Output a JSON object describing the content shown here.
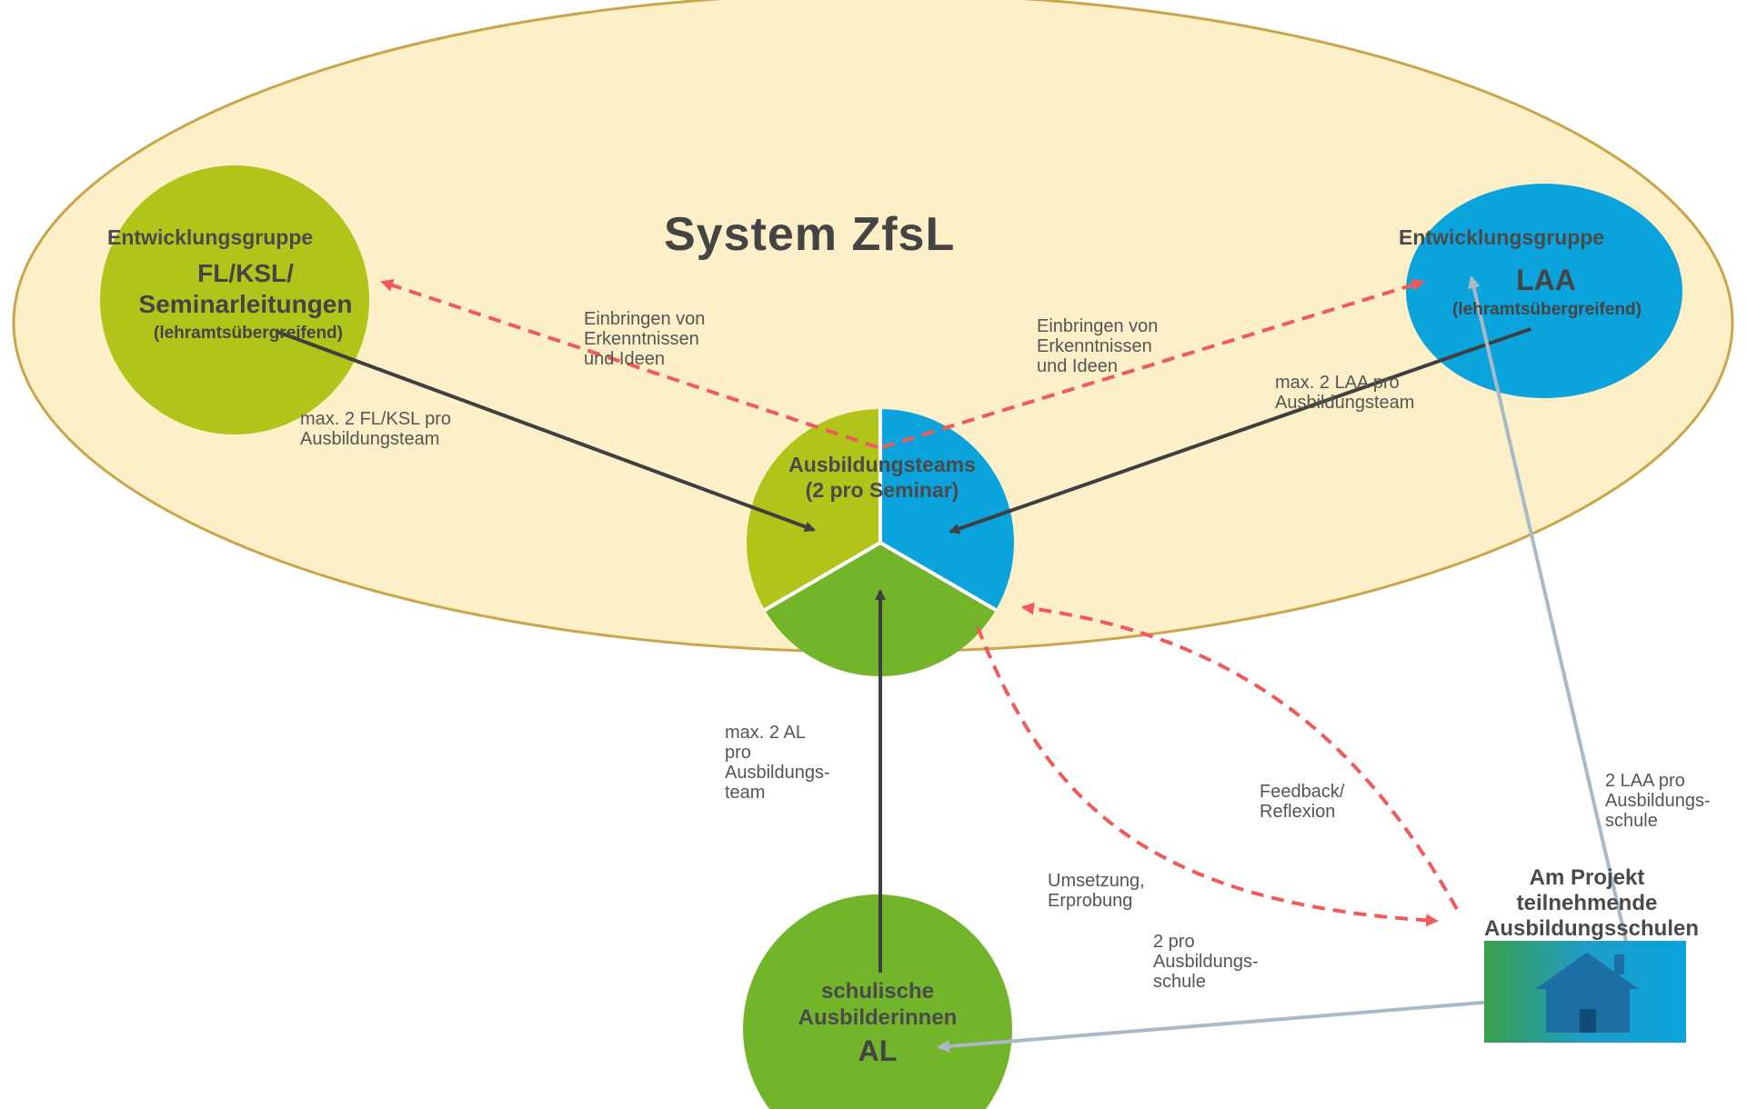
{
  "title": "System ZfsL",
  "nodes": {
    "fl": {
      "heading": "Entwicklungsgruppe",
      "name": "FL/KSL/",
      "name2": "Seminarleitungen",
      "sub": "(lehramtsübergreifend)"
    },
    "laa": {
      "heading": "Entwicklungsgruppe",
      "name": "LAA",
      "sub": "(lehramtsübergreifend)"
    },
    "teams": {
      "heading": "Ausbildungsteams",
      "sub": "(2 pro Seminar)"
    },
    "al": {
      "line1": "schulische",
      "line2": "Ausbilderinnen",
      "name": "AL"
    },
    "schools": {
      "line1": "Am Projekt",
      "line2": "teilnehmende",
      "line3": "Ausbildungsschulen"
    }
  },
  "labels": {
    "einbringen_left": [
      "Einbringen von",
      "Erkenntnissen",
      "und Ideen"
    ],
    "einbringen_right": [
      "Einbringen von",
      "Erkenntnissen",
      "und Ideen"
    ],
    "max_fl": [
      "max. 2 FL/KSL pro",
      "Ausbildungsteam"
    ],
    "max_laa": [
      "max. 2 LAA pro",
      "Ausbildungsteam"
    ],
    "max_al": [
      "max. 2 AL",
      "pro",
      "Ausbildungs-",
      "team"
    ],
    "feedback": [
      "Feedback/",
      "Reflexion"
    ],
    "umsetzung": [
      "Umsetzung,",
      "Erprobung"
    ],
    "zwei_pro": [
      "2 pro",
      "Ausbildungs-",
      "schule"
    ],
    "laa_pro": [
      "2 LAA pro",
      "Ausbildungs-",
      "schule"
    ]
  },
  "colors": {
    "system_fill": "#fdf0c8",
    "system_stroke": "#c9a64b",
    "olive": "#b0c41a",
    "blue": "#0aa3dc",
    "green": "#72b42a",
    "arrow_dark": "#3f3f3f",
    "arrow_red": "#f05a5a",
    "arrow_grey": "#a9b9c6"
  },
  "icons": {
    "school": "house-icon"
  }
}
